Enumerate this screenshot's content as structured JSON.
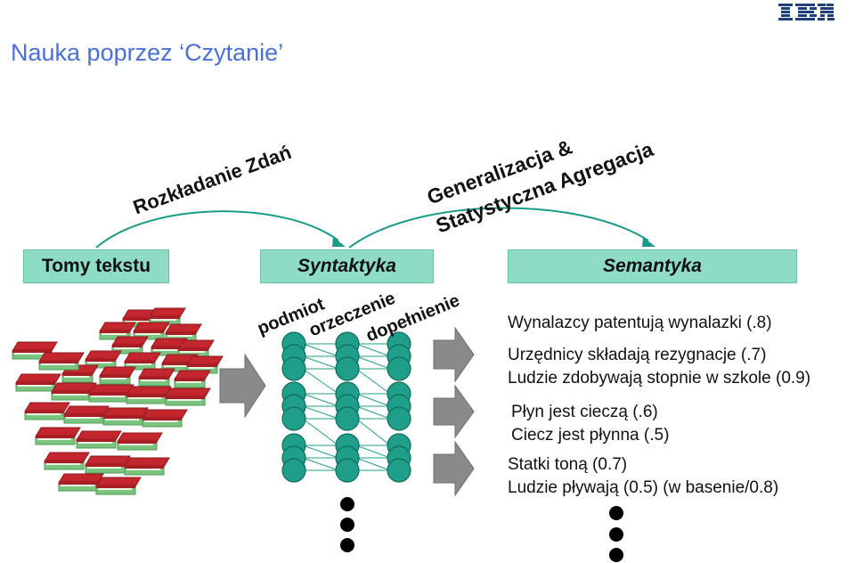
{
  "logo": {
    "text": "IBM"
  },
  "title": "Nauka poprzez ‘Czytanie’",
  "arcs": {
    "decomposition": "Rozkładanie Zdań",
    "generalization_line1": "Generalizacja &",
    "generalization_line2": "Statystyczna Agregacja"
  },
  "stages": {
    "text": "Tomy tekstu",
    "syntax": "Syntaktyka",
    "semantics": "Semantyka"
  },
  "roles": {
    "subject": "podmiot",
    "predicate": "orzeczenie",
    "object": "dopełnienie"
  },
  "facts": [
    "Wynalazcy patentują wynalazki (.8)",
    "Urzędnicy składają rezygnacje (.7)",
    "Ludzie zdobywają stopnie w szkole (0.9)",
    "Płyn jest cieczą (.6)",
    "Ciecz jest płynna (.5)",
    "Statki toną (0.7)",
    "Ludzie pływają (0.5) (w basenie/0.8)"
  ],
  "colors": {
    "title": "#4a6fd8",
    "box_fill": "#8fdcc4",
    "node": "#1f9f8a",
    "arrow": "#888888",
    "book_red": "#c4262e",
    "book_pages_green": "#7bc47f"
  },
  "icons": [
    "ibm-logo",
    "books-stack-icon",
    "arrow-right-icon",
    "ellipsis-dots-icon",
    "network-node-icon"
  ]
}
